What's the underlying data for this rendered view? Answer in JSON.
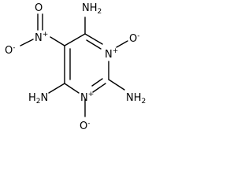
{
  "molecule": {
    "atoms": {
      "nh2_top": {
        "main": "NH",
        "sub": "2"
      },
      "nh2_left": {
        "main": "H",
        "sub": "2",
        "tail": "N"
      },
      "nh2_right": {
        "main": "NH",
        "sub": "2"
      },
      "n_ring_top": {
        "main": "N",
        "charge": "+"
      },
      "n_ring_bottom": {
        "main": "N",
        "charge": "+"
      },
      "nitro_n": {
        "main": "N",
        "charge": "+"
      },
      "o_top_right": {
        "main": "O",
        "charge": "-"
      },
      "o_bottom": {
        "main": "O",
        "charge": "-"
      },
      "o_nitro_single": {
        "main": "O",
        "charge": "-"
      },
      "o_nitro_double": {
        "main": "O"
      }
    }
  },
  "colors": {
    "ink": "#000000",
    "background": "#ffffff"
  }
}
